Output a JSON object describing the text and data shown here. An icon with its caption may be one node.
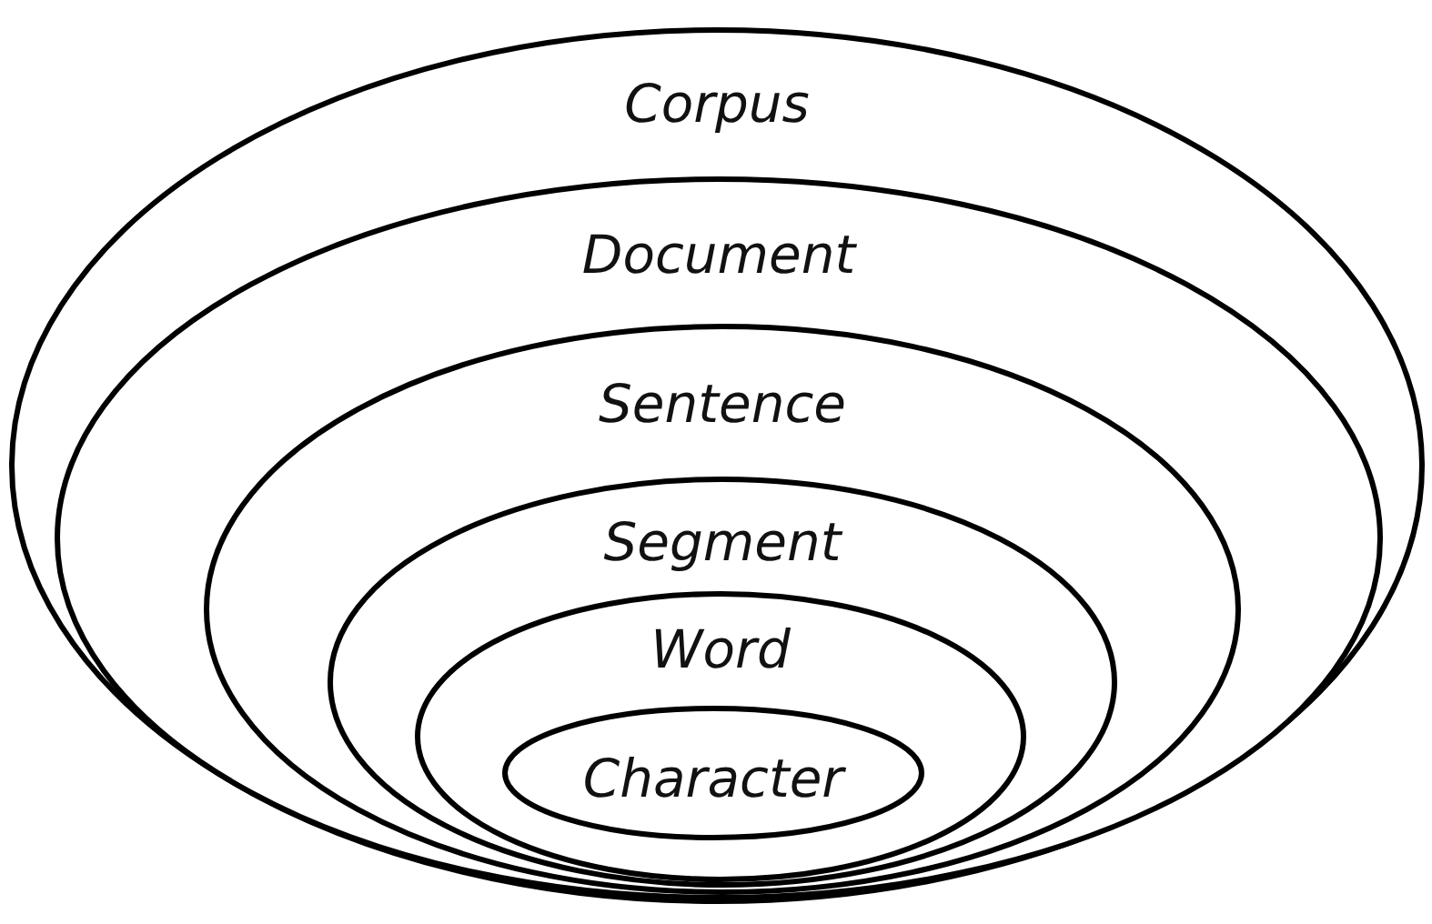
{
  "diagram": {
    "nodes": [
      {
        "text": [
          "Corpus"
        ]
      },
      {
        "text": [
          "Document"
        ],
        "in": 0
      },
      {
        "text": [
          "Sentence"
        ],
        "in": 1
      },
      {
        "text": [
          "Segment"
        ],
        "in": 2
      },
      {
        "text": [
          "Word"
        ],
        "in": 3
      },
      {
        "text": [
          "Character"
        ],
        "in": 4
      }
    ]
  }
}
